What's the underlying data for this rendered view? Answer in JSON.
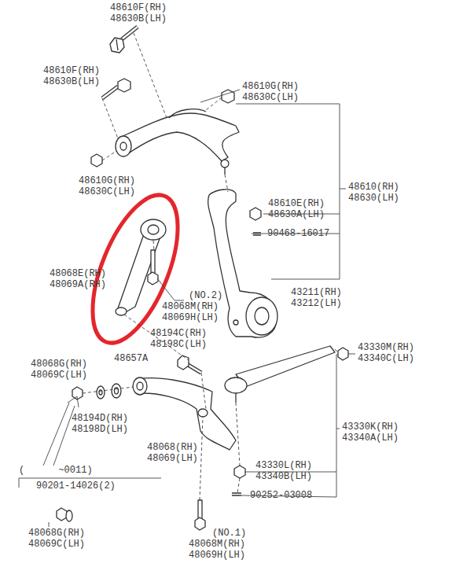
{
  "diagram": {
    "labels": [
      "48610F(RH)",
      "48630B(LH)",
      "48610F(RH)",
      "48630B(LH)",
      "48610G(RH)",
      "48630C(LH)",
      "48610G(RH)",
      "48630C(LH)",
      "48610(RH)",
      "48630(LH)",
      "48610E(RH)",
      "48630A(LH)",
      "90468-16017",
      "48068E(RH)",
      "48069A(RH)",
      "(NO.2)",
      "48068M(RH)",
      "48069H(LH)",
      "43211(RH)",
      "43212(LH)",
      "48194C(RH)",
      "48198C(LH)",
      "43330M(RH)",
      "43340C(LH)",
      "48068G(RH)",
      "48069C(LH)",
      "48657A",
      "48194D(RH)",
      "48198D(LH)",
      "48068(RH)",
      "48069(LH)",
      "43330K(RH)",
      "43340A(LH)",
      "43330L(RH)",
      "43340B(LH)",
      "90252-03008",
      "(      ~0011)",
      "90201-14026(2)",
      "48068G(RH)",
      "48069C(LH)",
      "(NO.1)",
      "48068M(RH)",
      "48069H(LH)"
    ]
  }
}
